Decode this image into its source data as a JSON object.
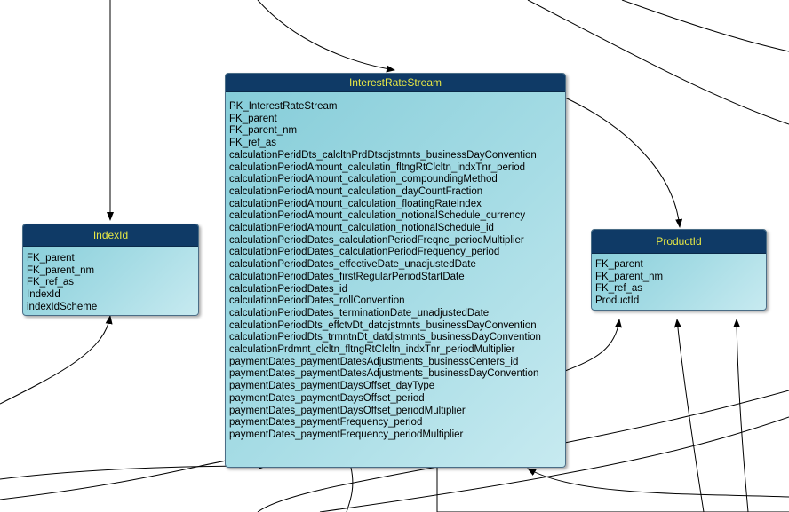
{
  "entities": [
    {
      "id": "InterestRateStream",
      "title": "InterestRateStream",
      "fields": [
        "PK_InterestRateStream",
        "FK_parent",
        "FK_parent_nm",
        "FK_ref_as",
        "calculationPeridDts_calcltnPrdDtsdjstmnts_businessDayConvention",
        "calculationPeriodAmount_calculatin_fltngRtClcltn_indxTnr_period",
        "calculationPeriodAmount_calculation_compoundingMethod",
        "calculationPeriodAmount_calculation_dayCountFraction",
        "calculationPeriodAmount_calculation_floatingRateIndex",
        "calculationPeriodAmount_calculation_notionalSchedule_currency",
        "calculationPeriodAmount_calculation_notionalSchedule_id",
        "calculationPeriodDates_calculationPeriodFreqnc_periodMultiplier",
        "calculationPeriodDates_calculationPeriodFrequency_period",
        "calculationPeriodDates_effectiveDate_unadjustedDate",
        "calculationPeriodDates_firstRegularPeriodStartDate",
        "calculationPeriodDates_id",
        "calculationPeriodDates_rollConvention",
        "calculationPeriodDates_terminationDate_unadjustedDate",
        "calculationPeriodDts_effctvDt_datdjstmnts_businessDayConvention",
        "calculationPeriodDts_trmntnDt_datdjstmnts_businessDayConvention",
        "calculationPrdmnt_clcltn_fltngRtClcltn_indxTnr_periodMultiplier",
        "paymentDates_paymentDatesAdjustments_businessCenters_id",
        "paymentDates_paymentDatesAdjustments_businessDayConvention",
        "paymentDates_paymentDaysOffset_dayType",
        "paymentDates_paymentDaysOffset_period",
        "paymentDates_paymentDaysOffset_periodMultiplier",
        "paymentDates_paymentFrequency_period",
        "paymentDates_paymentFrequency_periodMultiplier"
      ]
    },
    {
      "id": "IndexId",
      "title": "IndexId",
      "fields": [
        "FK_parent",
        "FK_parent_nm",
        "FK_ref_as",
        "IndexId",
        "indexIdScheme"
      ]
    },
    {
      "id": "ProductId",
      "title": "ProductId",
      "fields": [
        "FK_parent",
        "FK_parent_nm",
        "FK_ref_as",
        "ProductId"
      ]
    }
  ],
  "colors": {
    "header_bg": "#0f3a66",
    "header_text": "#e8e845",
    "body_start": "#84ccd8",
    "body_end": "#c7eaf0",
    "connector": "#000000"
  }
}
